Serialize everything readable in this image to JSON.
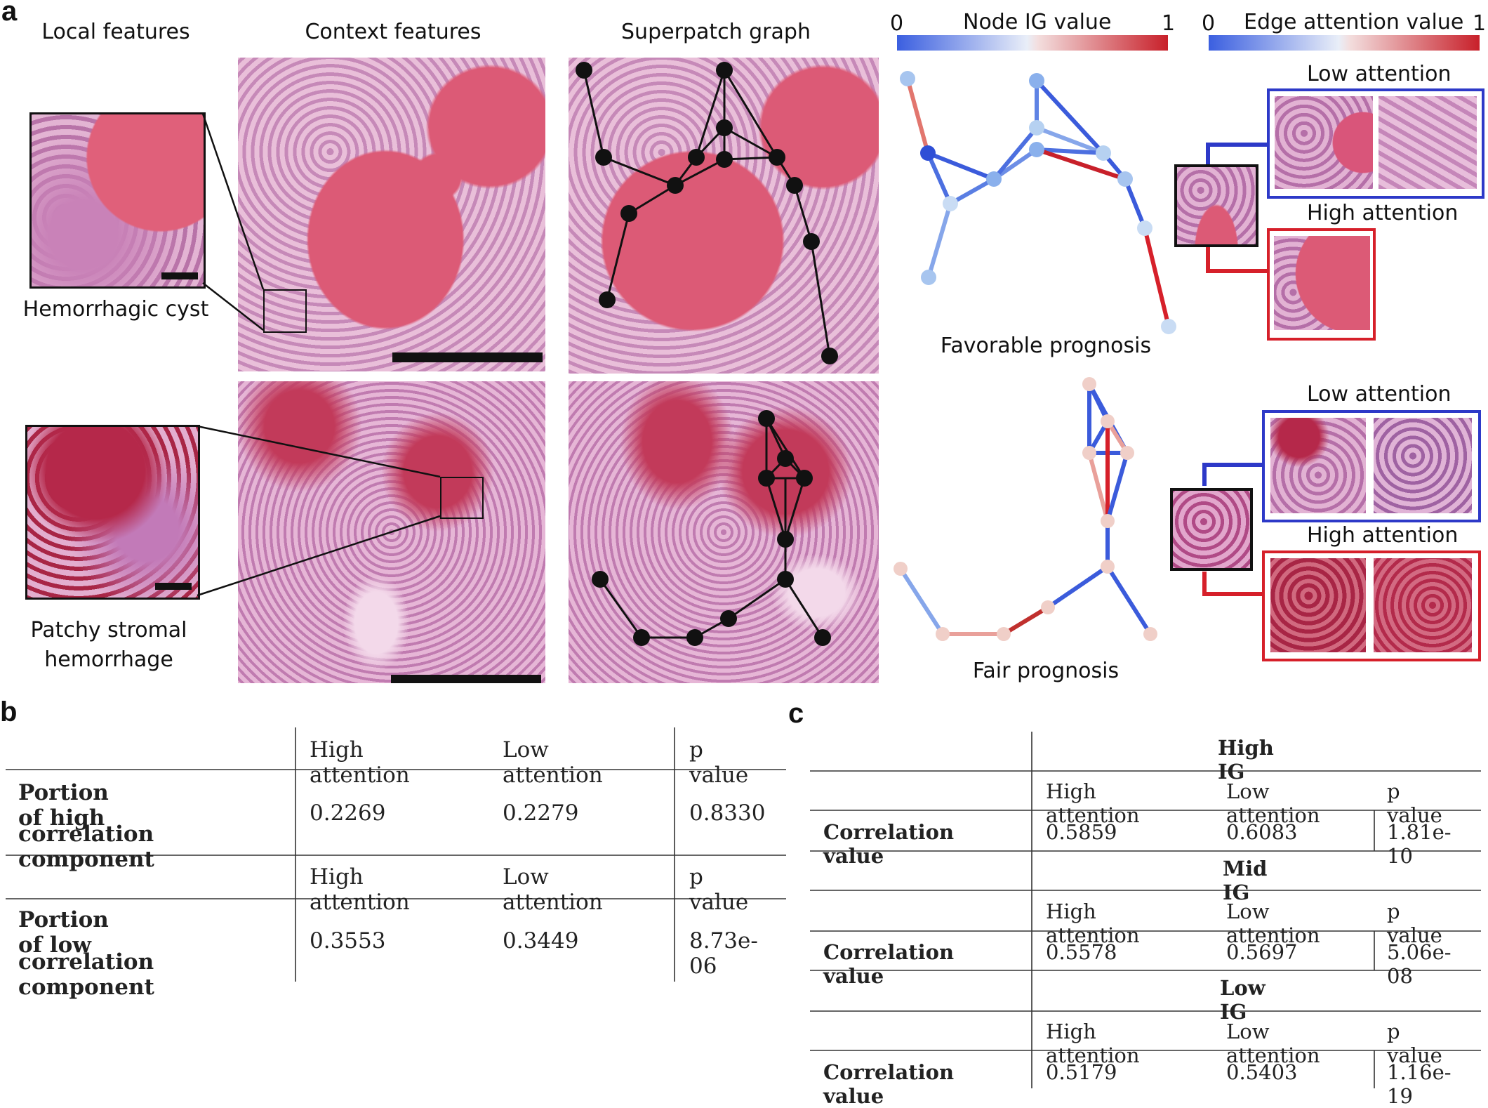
{
  "panel_a": {
    "letter": "a",
    "col_local": "Local features",
    "col_context": "Context features",
    "col_graph": "Superpatch graph",
    "row1_label": "Hemorrhagic cyst",
    "row2_label_line1": "Patchy stromal",
    "row2_label_line2": "hemorrhage",
    "node_cb": {
      "min": "0",
      "max": "1",
      "title": "Node IG value"
    },
    "edge_cb": {
      "min": "0",
      "max": "1",
      "title": "Edge attention value"
    },
    "graph1_label": "Favorable prognosis",
    "graph2_label": "Fair prognosis",
    "low_attention": "Low attention",
    "high_attention": "High attention",
    "colors": {
      "low": "#3b5bdb",
      "high": "#d6202a",
      "black_box": "#111111"
    }
  },
  "panel_b": {
    "letter": "b",
    "col_high": "High attention",
    "col_low": "Low attention",
    "col_p": "p value",
    "rows": [
      {
        "label_line1": "Portion of high",
        "label_line2": "correlation component",
        "high": "0.2269",
        "low": "0.2279",
        "p": "0.8330"
      },
      {
        "label_line1": "Portion of low",
        "label_line2": "correlation component",
        "high": "0.3553",
        "low": "0.3449",
        "p": "8.73e-06"
      }
    ]
  },
  "panel_c": {
    "letter": "c",
    "col_high": "High attention",
    "col_low": "Low attention",
    "col_p": "p value",
    "row_label": "Correlation value",
    "groups": [
      {
        "title": "High IG",
        "high": "0.5859",
        "low": "0.6083",
        "p": "1.81e-10"
      },
      {
        "title": "Mid IG",
        "high": "0.5578",
        "low": "0.5697",
        "p": "5.06e-08"
      },
      {
        "title": "Low IG",
        "high": "0.5179",
        "low": "0.5403",
        "p": "1.16e-19"
      }
    ]
  }
}
